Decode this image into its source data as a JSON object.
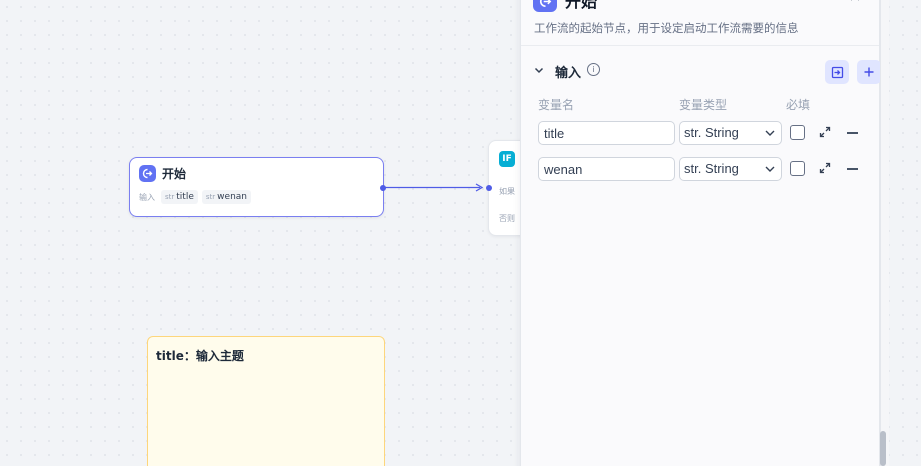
{
  "canvas": {
    "start_node": {
      "title": "开始",
      "inputs_label": "输入",
      "variables": [
        {
          "type": "str",
          "name": "title"
        },
        {
          "type": "str",
          "name": "wenan"
        }
      ]
    },
    "if_node": {
      "icon_text": "IF",
      "if_label": "如果",
      "else_label": "否则"
    },
    "note": {
      "text": "title：输入主题"
    }
  },
  "panel": {
    "title": "开始",
    "description": "工作流的起始节点，用于设定启动工作流需要的信息",
    "close_icon": "close-icon",
    "section": {
      "title": "输入",
      "columns": {
        "name": "变量名",
        "type": "变量类型",
        "required": "必填"
      },
      "variables": [
        {
          "name": "title",
          "type": "str. String",
          "required": false
        },
        {
          "name": "wenan",
          "type": "str. String",
          "required": false
        }
      ]
    }
  },
  "colors": {
    "accent": "#6172f3",
    "edge": "#4f5ce6",
    "note_bg": "#fffcec",
    "note_border": "#fdd67c",
    "if_icon": "#06aed4"
  }
}
